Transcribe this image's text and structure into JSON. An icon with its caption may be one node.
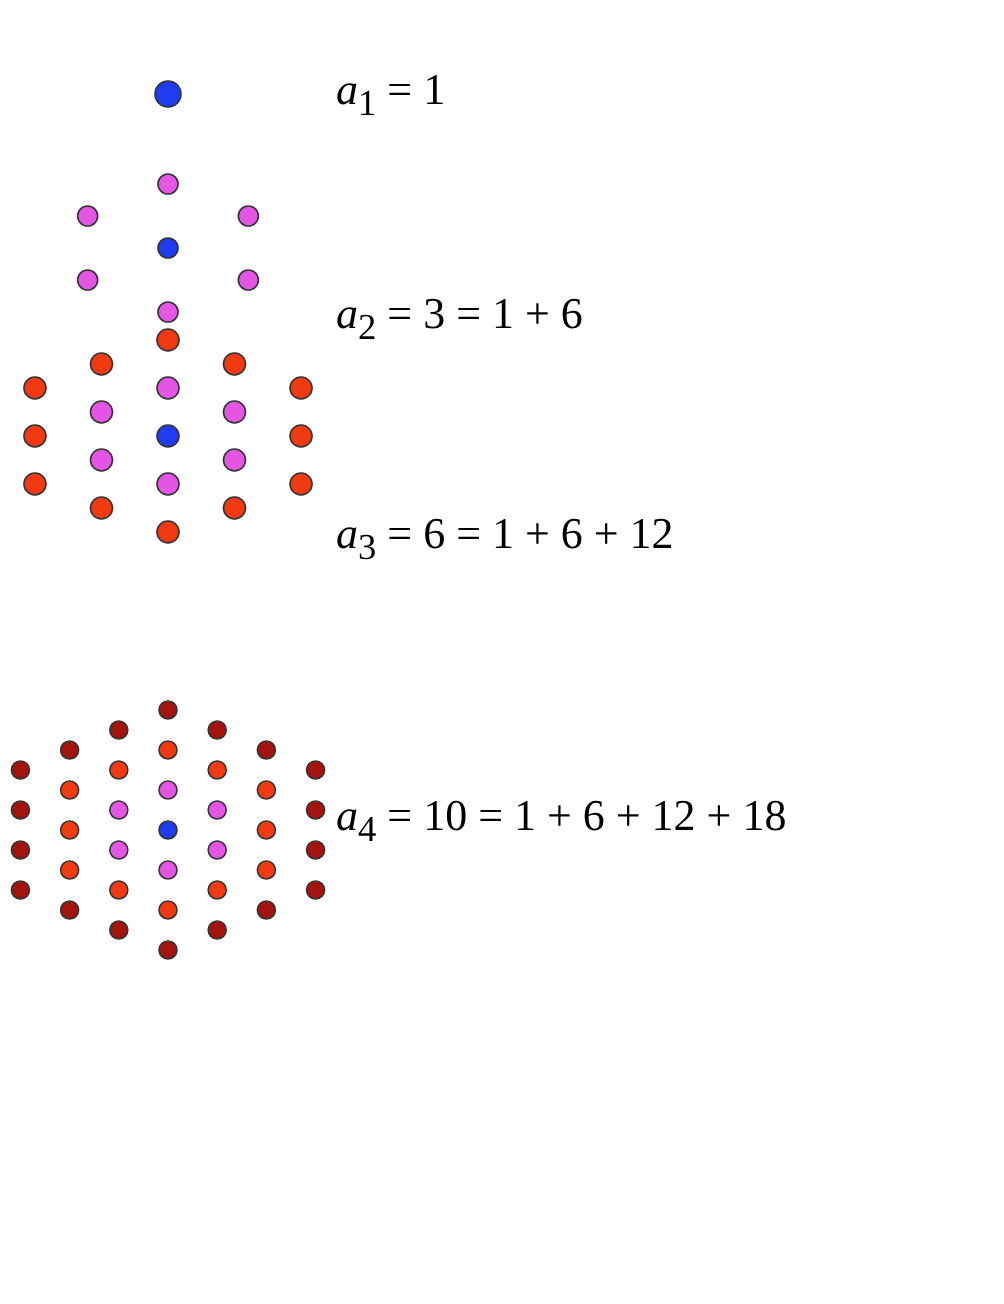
{
  "diagram": {
    "labels": [
      "*a*$_{1}$ = 1",
      "*a*$_{2}$ = 3 = 1 + 6",
      "*a*$_{3}$ = 6 = 1 + 6 + 12",
      "*a*$_{4}$ = 10 = 1 + 6 + 12 + 18"
    ]
  }
}
